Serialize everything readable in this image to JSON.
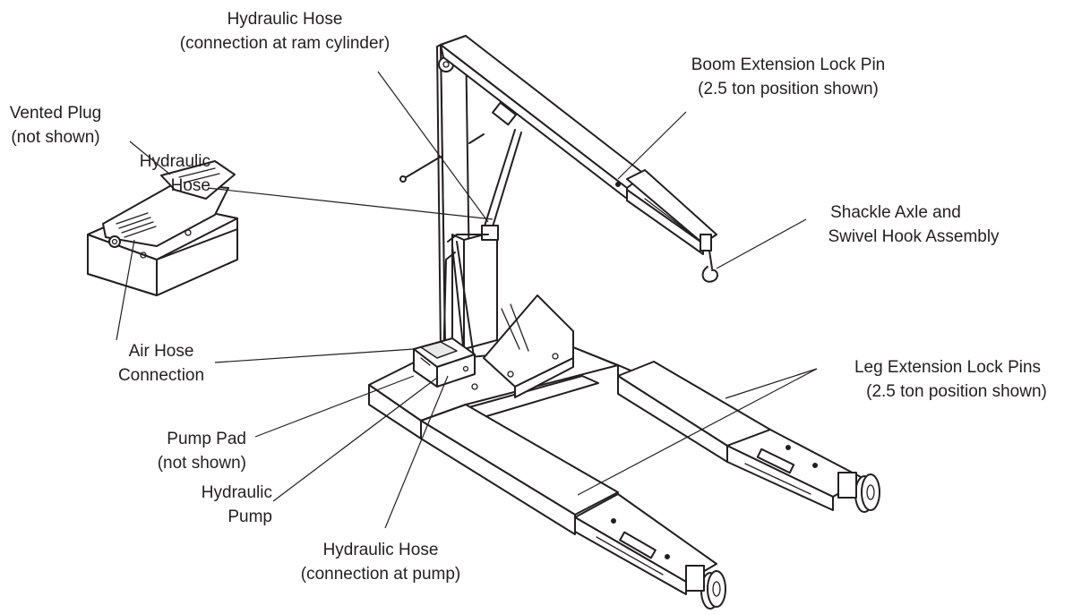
{
  "colors": {
    "ink": "#231f20",
    "background": "#ffffff"
  },
  "labels": {
    "hose_ram": [
      "Hydraulic Hose",
      "(connection at ram cylinder)"
    ],
    "boom_pin": [
      "Boom Extension Lock Pin",
      "(2.5 ton position shown)"
    ],
    "vented_plug": [
      "Vented Plug",
      "(not shown)"
    ],
    "hose_mid": [
      "Hydraulic",
      "Hose"
    ],
    "shackle": [
      "Shackle Axle and",
      "Swivel Hook Assembly"
    ],
    "air_hose": [
      "Air Hose",
      "Connection"
    ],
    "leg_pins": [
      "Leg Extension Lock Pins",
      "(2.5 ton position shown)"
    ],
    "pump_pad": [
      "Pump Pad",
      "(not shown)"
    ],
    "pump": [
      "Hydraulic",
      "Pump"
    ],
    "hose_pump": [
      "Hydraulic Hose",
      "(connection at pump)"
    ]
  }
}
